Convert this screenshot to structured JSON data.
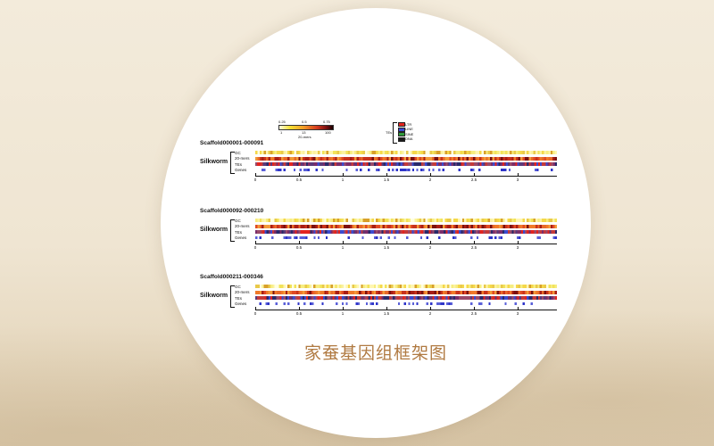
{
  "caption": "家蚕基因组框架图",
  "legend": {
    "heat_top": [
      "0.25",
      "0.5",
      "0.75"
    ],
    "heat_bottom": [
      "1",
      "13",
      "100"
    ],
    "heat_sub": "20-mers",
    "te_title": "TEs",
    "te_items": [
      {
        "label": "LTR",
        "color": "#e3241f"
      },
      {
        "label": "LINE",
        "color": "#3b4bd0"
      },
      {
        "label": "SINE",
        "color": "#2e9a3a"
      },
      {
        "label": "DNA",
        "color": "#1a1a1a"
      }
    ]
  },
  "panels": [
    {
      "title": "Scaffold000001-000091",
      "species": "Silkworm"
    },
    {
      "title": "Scaffold000092-000210",
      "species": "Silkworm"
    },
    {
      "title": "Scaffold000211-000346",
      "species": "Silkworm"
    }
  ],
  "track_labels": [
    "GC",
    "20-mers",
    "TEs",
    "Genes"
  ],
  "axis_ticks": [
    "0",
    "0.5",
    "1",
    "1.5",
    "2",
    "2.5",
    "3"
  ],
  "colors": {
    "gc_base": "#f2e86a",
    "kmer_base": "#e0522a",
    "te_base": "#7c3560",
    "gene": "#2f36c9",
    "caption": "#b07a42"
  }
}
